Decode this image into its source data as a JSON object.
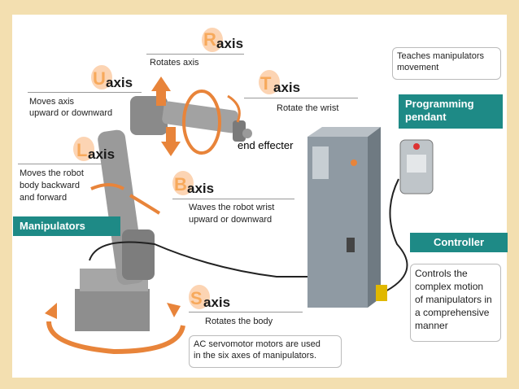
{
  "axes": {
    "r": {
      "letter": "R",
      "word": "axis",
      "desc": "Rotates axis"
    },
    "u": {
      "letter": "U",
      "word": "axis",
      "desc_line1": "Moves axis",
      "desc_line2": "upward or downward"
    },
    "t": {
      "letter": "T",
      "word": "axis",
      "desc": "Rotate the wrist"
    },
    "l": {
      "letter": "L",
      "word": "axis",
      "desc_line1": "Moves the robot",
      "desc_line2": "body backward",
      "desc_line3": "and forward"
    },
    "b": {
      "letter": "B",
      "word": "axis",
      "desc_line1": "Waves the robot wrist",
      "desc_line2": "upward or downward"
    },
    "s": {
      "letter": "S",
      "word": "axis",
      "desc": "Rotates the body"
    }
  },
  "end_effecter": "end effecter",
  "manipulators_label": "Manipulators",
  "pendant": {
    "desc_line1": "Teaches manipulators",
    "desc_line2": "movement",
    "label_line1": "Programming",
    "label_line2": "pendant"
  },
  "controller": {
    "label": "Controller",
    "desc_line1": "Controls the",
    "desc_line2": "complex motion",
    "desc_line3": "of manipulators in",
    "desc_line4": "a comprehensive",
    "desc_line5": "manner"
  },
  "servo_note": {
    "line1": "AC servomotor motors are used",
    "line2": "in the six axes of manipulators."
  },
  "colors": {
    "accent": "#1e8a86",
    "arrow": "#e8843a",
    "blob": "#fbc59a",
    "background": "#f3dfb0"
  }
}
